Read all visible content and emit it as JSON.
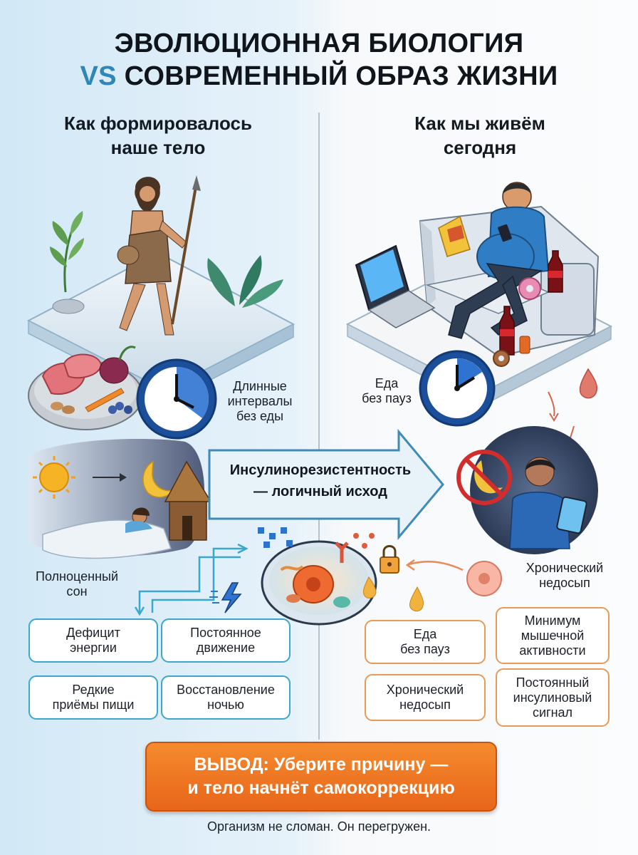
{
  "title": {
    "line1": "ЭВОЛЮЦИОННАЯ БИОЛОГИЯ",
    "vs": "VS",
    "line2": "СОВРЕМЕННЫЙ ОБРАЗ ЖИЗНИ"
  },
  "left": {
    "heading": "Как формировалось\nнаше тело",
    "clock_label": "Длинные\nинтервалы\nбез еды",
    "sleep_label": "Полноценный\nсон",
    "boxes": [
      "Дефицит\nэнергии",
      "Постоянное\nдвижение",
      "Редкие\nприёмы пищи",
      "Восстановление\nночью"
    ]
  },
  "right": {
    "heading": "Как мы живём\nсегодня",
    "clock_label": "Еда\nбез пауз",
    "sleep_label": "Хронический\nнедосып",
    "boxes": [
      "Еда\nбез пауз",
      "Минимум\nмышечной\nактивности",
      "Хронический\nнедосып",
      "Постоянный\nинсулиновый\nсигнал"
    ]
  },
  "middle": {
    "arrow_text": "Инсулинорезистентность\n— логичный исход"
  },
  "conclusion": "ВЫВОД: Уберите причину —\nи тело начнёт самокоррекцию",
  "footer": "Организм не сломан. Он перегружен.",
  "colors": {
    "accent_blue": "#2f86b8",
    "box_blue": "#3ea6c9",
    "box_orange": "#ea9a58",
    "conclusion_orange": "#ef7a24"
  },
  "icons": [
    "spear-icon",
    "leaf-icon",
    "clock-icon",
    "sun-icon",
    "moon-icon",
    "hut-icon",
    "sofa-icon",
    "laptop-icon",
    "soda-bottle-icon",
    "donut-icon",
    "chips-icon",
    "blood-drop-icon",
    "no-sleep-icon",
    "phone-icon",
    "cell-icon",
    "lock-icon",
    "lightning-icon",
    "arrow-right-icon"
  ]
}
